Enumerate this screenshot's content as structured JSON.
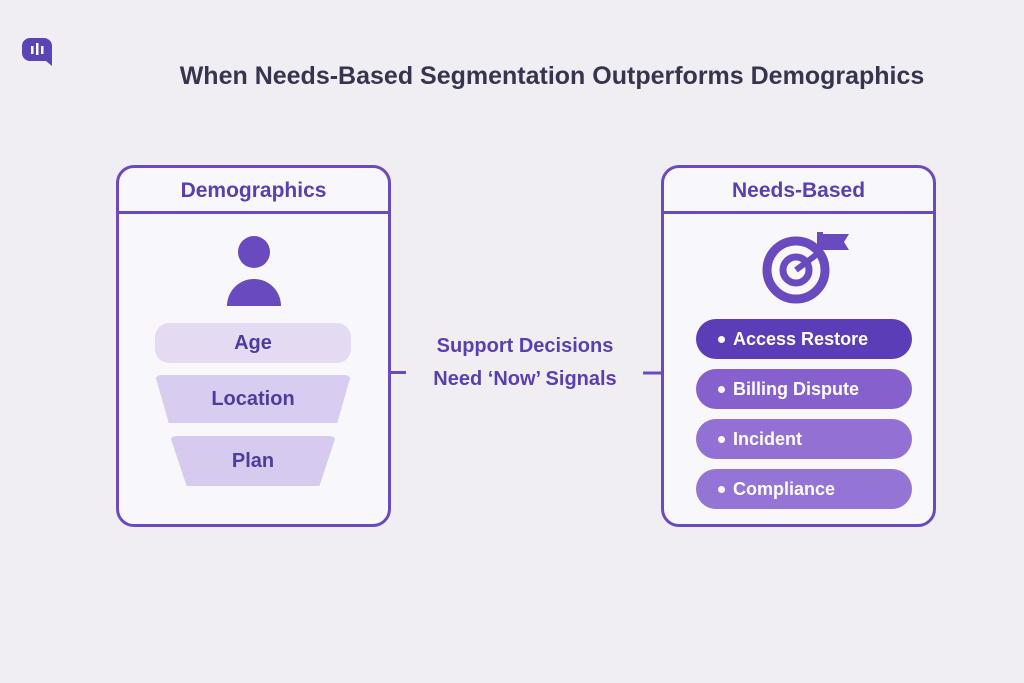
{
  "title": "When Needs-Based Segmentation Outperforms Demographics",
  "left_panel": {
    "heading": "Demographics",
    "icon": "person-icon",
    "items": [
      "Age",
      "Location",
      "Plan"
    ]
  },
  "connector": {
    "line1": "Support Decisions",
    "line2": "Need ‘Now’ Signals"
  },
  "right_panel": {
    "heading": "Needs-Based",
    "icon": "target-flag-icon",
    "items": [
      {
        "label": "Access Restore",
        "color": "#5b3db8"
      },
      {
        "label": "Billing Dispute",
        "color": "#8660cc"
      },
      {
        "label": "Incident",
        "color": "#9370d4"
      },
      {
        "label": "Compliance",
        "color": "#9474d4"
      }
    ]
  },
  "colors": {
    "accent": "#6a4bbf",
    "background": "#f0eef3"
  }
}
